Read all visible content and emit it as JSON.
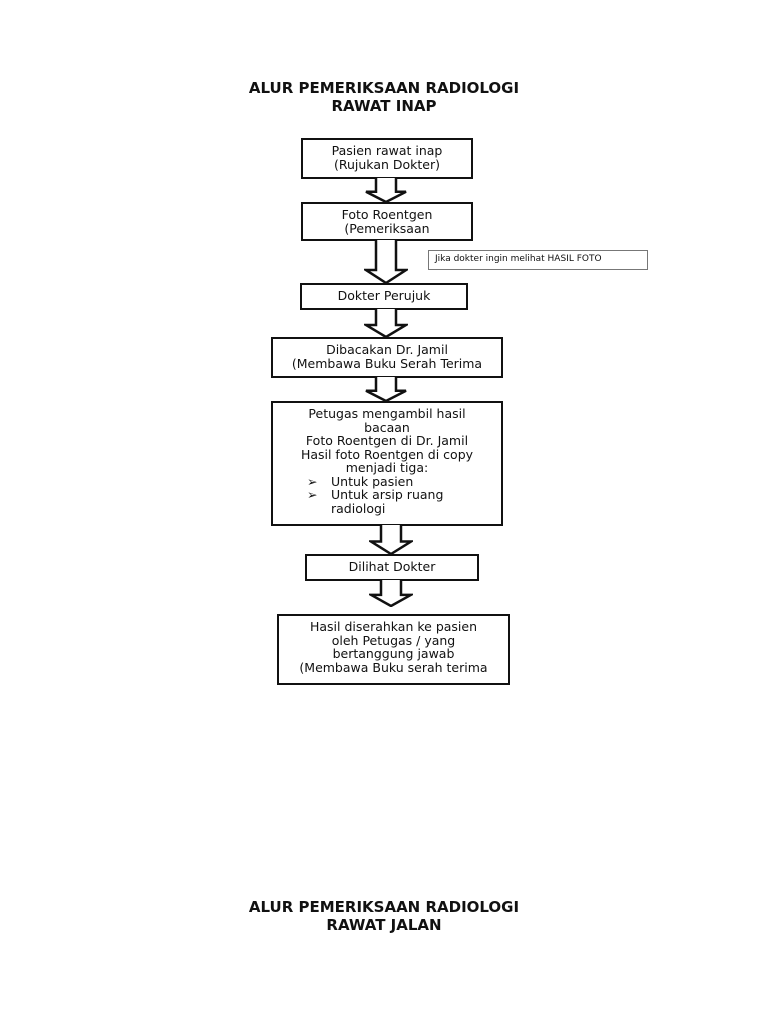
{
  "title1": {
    "line1": "ALUR PEMERIKSAAN RADIOLOGI",
    "line2": "RAWAT INAP"
  },
  "boxes": [
    {
      "lines": [
        "Pasien rawat inap",
        "(Rujukan Dokter)"
      ]
    },
    {
      "lines": [
        "Foto Roentgen",
        "(Pemeriksaan"
      ]
    },
    {
      "lines": [
        "Dokter Perujuk"
      ]
    },
    {
      "lines": [
        "Dibacakan Dr. Jamil",
        "(Membawa Buku Serah Terima"
      ]
    },
    {
      "lines": [
        "Petugas mengambil hasil",
        "bacaan",
        "Foto Roentgen di Dr. Jamil",
        "Hasil foto Roentgen di copy",
        "menjadi tiga:"
      ],
      "bullets": [
        "Untuk pasien",
        "Untuk arsip ruang",
        "radiologi"
      ],
      "bullet_glyph": "➢"
    },
    {
      "lines": [
        "Dilihat Dokter"
      ]
    },
    {
      "lines": [
        "Hasil diserahkan ke pasien",
        "oleh Petugas / yang",
        "bertanggung jawab",
        "(Membawa Buku serah terima"
      ]
    }
  ],
  "note": "Jika dokter ingin melihat HASIL FOTO",
  "title2": {
    "line1": "ALUR PEMERIKSAAN RADIOLOGI",
    "line2": "RAWAT JALAN"
  }
}
